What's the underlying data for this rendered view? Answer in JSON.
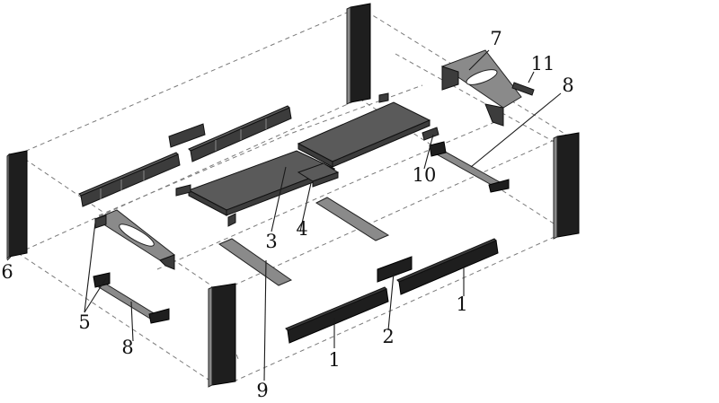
{
  "diagram": {
    "callouts": [
      {
        "id": "c1a",
        "text": "1"
      },
      {
        "id": "c1b",
        "text": "1"
      },
      {
        "id": "c2",
        "text": "2"
      },
      {
        "id": "c3",
        "text": "3"
      },
      {
        "id": "c4",
        "text": "4"
      },
      {
        "id": "c5",
        "text": "5"
      },
      {
        "id": "c6",
        "text": "6"
      },
      {
        "id": "c7",
        "text": "7"
      },
      {
        "id": "c8a",
        "text": "8"
      },
      {
        "id": "c8b",
        "text": "8"
      },
      {
        "id": "c9",
        "text": "9"
      },
      {
        "id": "c10",
        "text": "10"
      },
      {
        "id": "c11",
        "text": "11"
      }
    ]
  },
  "colors": {
    "part": "#3c3c3c",
    "dark": "#1e1e1e",
    "light": "#8a8a8a",
    "guide": "#7a7a7a"
  }
}
